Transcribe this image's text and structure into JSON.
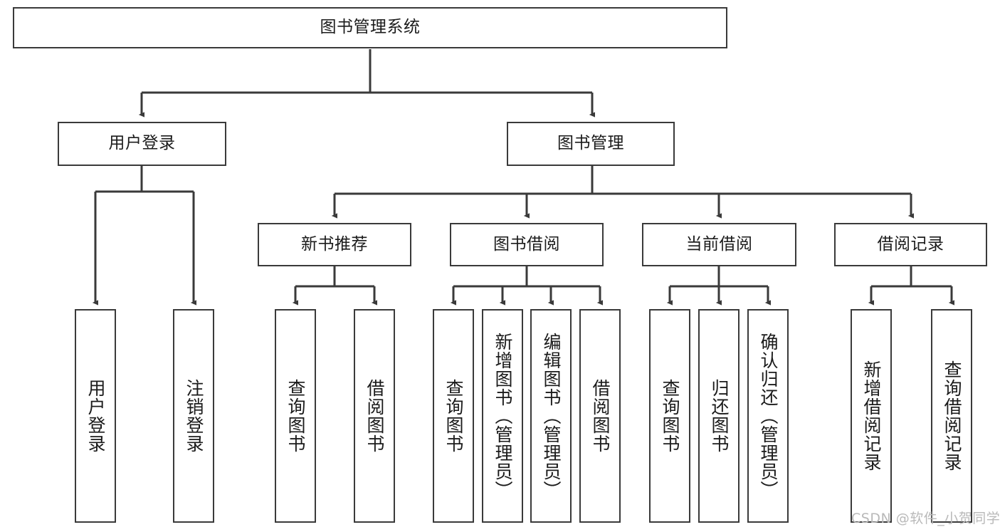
{
  "diagram": {
    "type": "tree-hierarchy",
    "title": "图书管理系统",
    "orientation": "top-down",
    "colors": {
      "border": "#3a3a3a",
      "node_fill": "#ffffff",
      "text": "#1b1b1b",
      "background": "#ffffff",
      "watermark": "#b9b9b9"
    }
  },
  "watermark": {
    "text": "CSDN @软件_小贺同学"
  },
  "nodes": {
    "root": {
      "label": "图书管理系统",
      "level": 1,
      "orientation": "horizontal"
    },
    "l2": [
      {
        "id": "user-login",
        "label": "用户登录",
        "level": 2,
        "orientation": "horizontal"
      },
      {
        "id": "book-manage",
        "label": "图书管理",
        "level": 2,
        "orientation": "horizontal"
      }
    ],
    "l3": [
      {
        "id": "new-book-rec",
        "label": "新书推荐",
        "level": 3,
        "orientation": "horizontal",
        "parent": "book-manage"
      },
      {
        "id": "book-borrow",
        "label": "图书借阅",
        "level": 3,
        "orientation": "horizontal",
        "parent": "book-manage"
      },
      {
        "id": "current-borrow",
        "label": "当前借阅",
        "level": 3,
        "orientation": "horizontal",
        "parent": "book-manage"
      },
      {
        "id": "borrow-record",
        "label": "借阅记录",
        "level": 3,
        "orientation": "horizontal",
        "parent": "book-manage"
      }
    ],
    "leaves": [
      {
        "id": "leaf-user-login",
        "label": "用户登录",
        "parent": "user-login"
      },
      {
        "id": "leaf-logout",
        "label": "注销登录",
        "parent": "user-login"
      },
      {
        "id": "leaf-query-book-1",
        "label": "查询图书",
        "parent": "new-book-rec"
      },
      {
        "id": "leaf-borrow-book-1",
        "label": "借阅图书",
        "parent": "new-book-rec"
      },
      {
        "id": "leaf-query-book-2",
        "label": "查询图书",
        "parent": "book-borrow"
      },
      {
        "id": "leaf-add-book",
        "label": "新增图书（管理员）",
        "parent": "book-borrow"
      },
      {
        "id": "leaf-edit-book",
        "label": "编辑图书（管理员）",
        "parent": "book-borrow"
      },
      {
        "id": "leaf-borrow-book-2",
        "label": "借阅图书",
        "parent": "book-borrow"
      },
      {
        "id": "leaf-query-book-3",
        "label": "查询图书",
        "parent": "current-borrow"
      },
      {
        "id": "leaf-return-book",
        "label": "归还图书",
        "parent": "current-borrow"
      },
      {
        "id": "leaf-confirm-return",
        "label": "确认归还（管理员）",
        "parent": "current-borrow"
      },
      {
        "id": "leaf-add-record",
        "label": "新增借阅记录",
        "parent": "borrow-record"
      },
      {
        "id": "leaf-query-record",
        "label": "查询借阅记录",
        "parent": "borrow-record"
      }
    ]
  }
}
